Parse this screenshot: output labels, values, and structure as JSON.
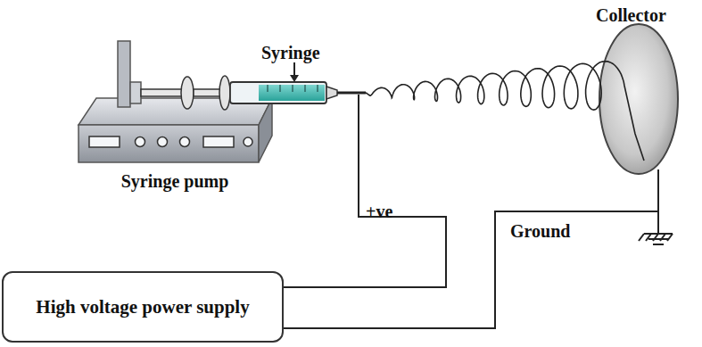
{
  "diagram": {
    "nodes": [
      {
        "text": [
          "High voltage power supply"
        ]
      }
    ],
    "labels": [
      "Collector",
      "Syringe",
      "Syringe pump",
      "+ve",
      "Ground"
    ]
  }
}
